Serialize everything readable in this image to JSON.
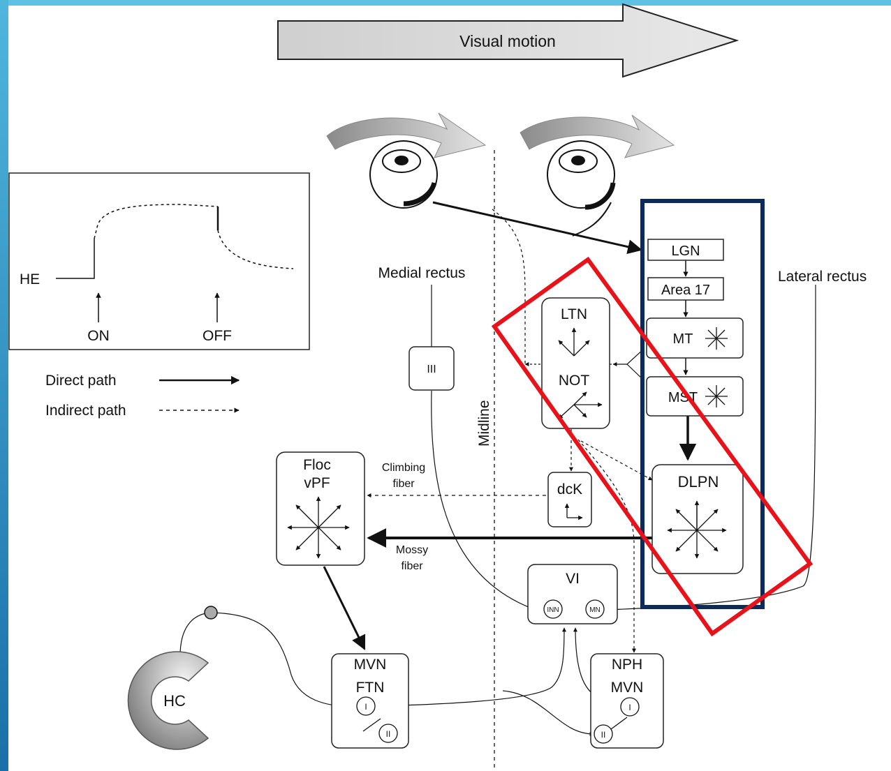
{
  "title_arrow": "Visual motion",
  "inset": {
    "he": "HE",
    "on": "ON",
    "off": "OFF"
  },
  "legend": {
    "direct": "Direct path",
    "indirect": "Indirect path"
  },
  "labels": {
    "medial_rectus": "Medial rectus",
    "lateral_rectus": "Lateral rectus",
    "midline": "Midline",
    "climbing_1": "Climbing",
    "climbing_2": "fiber",
    "mossy_1": "Mossy",
    "mossy_2": "fiber"
  },
  "nodes": {
    "lgn": "LGN",
    "area17": "Area 17",
    "mt": "MT",
    "mst": "MST",
    "dlpn": "DLPN",
    "ltn": "LTN",
    "not": "NOT",
    "iii": "III",
    "dck": "dcK",
    "floc": "Floc",
    "vpf": "vPF",
    "vi": "VI",
    "inn": "INN",
    "mn": "MN",
    "mvn_ftn_1": "MVN",
    "mvn_ftn_2": "FTN",
    "nph_1": "NPH",
    "nph_2": "MVN",
    "roman_i": "I",
    "roman_ii": "II",
    "hc": "HC"
  },
  "colors": {
    "border_gradient_top": "#4fb6dc",
    "border_gradient_bottom": "#1a6fa8",
    "highlight_blue": "#0d2a5c",
    "highlight_red": "#e8121a"
  }
}
